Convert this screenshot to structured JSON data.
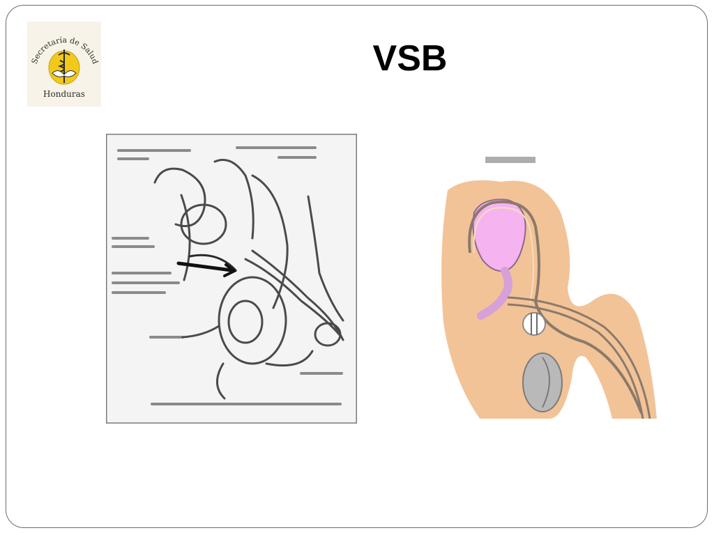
{
  "slide": {
    "title": "VSB"
  },
  "logo": {
    "arc_text": "Secretaría de Salud",
    "bottom_text": "Honduras"
  },
  "colors": {
    "frame": "#6b6b6b",
    "logo_gold": "#f2c81c",
    "logo_ink": "#2a2a2a",
    "anatomy_tissue": "#f2c397",
    "anatomy_pink": "#f5b3f0",
    "anatomy_gray": "#b9b9b9",
    "sketch_ink": "#4a4a4a"
  },
  "icons": {
    "logo": "health-secretariat-seal-icon",
    "left_image": "male-anatomy-line-drawing-icon",
    "right_image": "vasectomy-diagram-icon"
  }
}
